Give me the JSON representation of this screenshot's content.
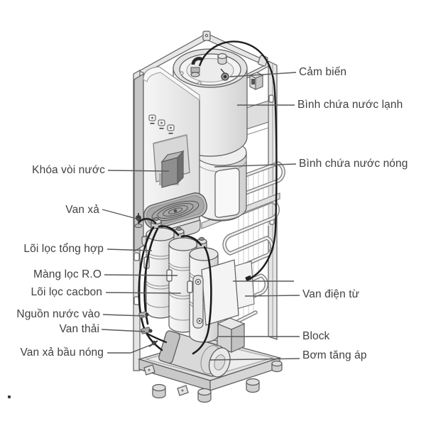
{
  "diagram": {
    "type": "exploded-parts-diagram",
    "subject": "Water purifier / hot-cold dispenser internal components",
    "background": "#ffffff",
    "ink_color": "#414042",
    "leader_color": "#58595b",
    "footnote_mark": ".",
    "callouts_left": [
      {
        "id": "khoa-voi-nuoc",
        "label": "Khóa vòi nước"
      },
      {
        "id": "van-xa",
        "label": "Van xả"
      },
      {
        "id": "loi-loc-tong-hop",
        "label": "Lõi lọc tổng hợp"
      },
      {
        "id": "mang-loc-ro",
        "label": "Màng lọc R.O"
      },
      {
        "id": "loi-loc-cacbon",
        "label": "Lõi lọc cacbon"
      },
      {
        "id": "nguon-nuoc-vao",
        "label": "Nguồn nước vào"
      },
      {
        "id": "van-thai",
        "label": "Van thải"
      },
      {
        "id": "van-xa-bau-nong",
        "label": "Van xả bầu nóng"
      }
    ],
    "callouts_right": [
      {
        "id": "cam-bien",
        "label": "Cảm biến"
      },
      {
        "id": "binh-chua-nuoc-lanh",
        "label": "Bình chứa nước lạnh"
      },
      {
        "id": "binh-chua-nuoc-nong",
        "label": "Bình chứa nước nóng"
      },
      {
        "id": "van-dien-tu",
        "label": "Van điện từ"
      },
      {
        "id": "block",
        "label": "Block"
      },
      {
        "id": "bom-tang-ap",
        "label": "Bơm tăng áp"
      }
    ]
  }
}
